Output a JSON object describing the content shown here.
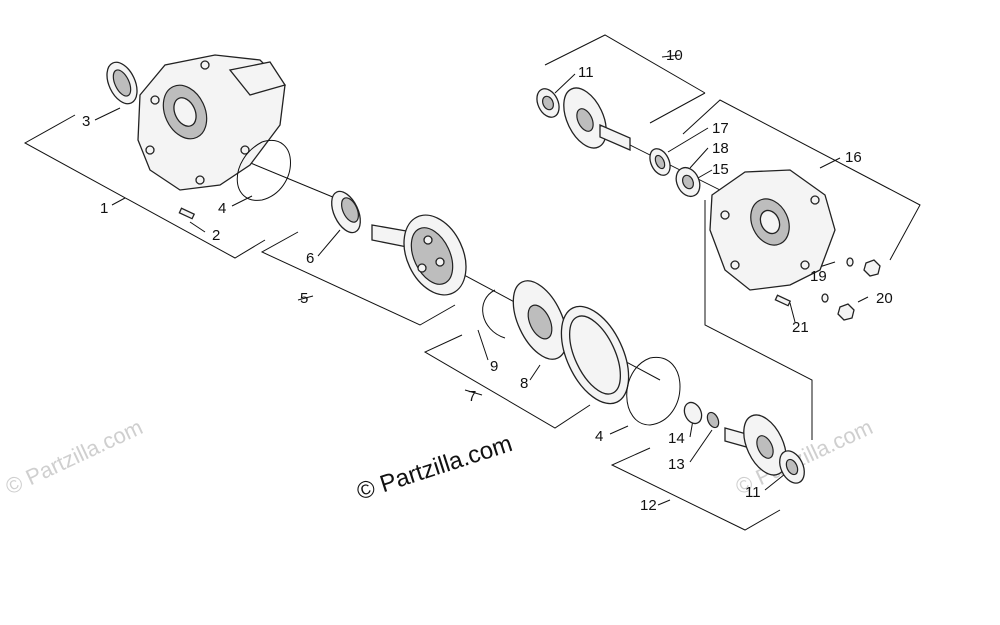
{
  "diagram": {
    "credit": "© Partzilla.com",
    "watermark": "© Partzilla.com",
    "callouts": {
      "c1": "1",
      "c2": "2",
      "c3": "3",
      "c4a": "4",
      "c4b": "4",
      "c5": "5",
      "c6": "6",
      "c7": "7",
      "c8": "8",
      "c9": "9",
      "c10": "10",
      "c11a": "11",
      "c11b": "11",
      "c12": "12",
      "c13": "13",
      "c14": "14",
      "c15": "15",
      "c16": "16",
      "c17": "17",
      "c18": "18",
      "c19": "19",
      "c20": "20",
      "c21": "21"
    }
  }
}
